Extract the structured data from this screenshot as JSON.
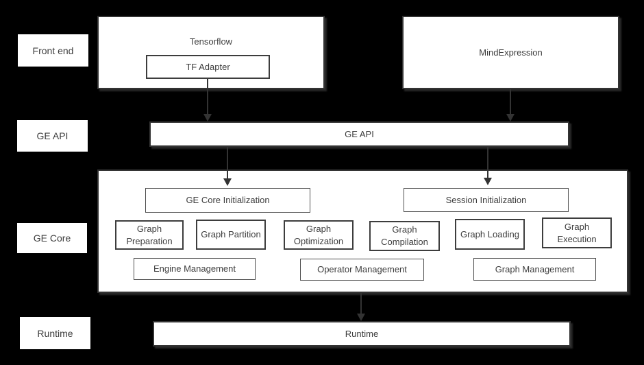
{
  "colors": {
    "background": "#000000",
    "box_fill": "#ffffff",
    "box_border": "#333333",
    "inner_box_border": "#3d3d3d",
    "text": "#3d3d3d",
    "arrow": "#333333"
  },
  "row_labels": [
    {
      "label": "Front end"
    },
    {
      "label": "GE API"
    },
    {
      "label": "GE Core"
    },
    {
      "label": "Runtime"
    }
  ],
  "frontend": {
    "tensorflow": {
      "title": "Tensorflow",
      "adapter_label": "TF Adapter"
    },
    "mindexpression": {
      "title": "MindExpression"
    }
  },
  "api_bar": {
    "label": "GE API"
  },
  "core": {
    "init_left": {
      "label": "GE Core Initialization"
    },
    "init_right": {
      "label": "Session Initialization"
    },
    "modules": [
      {
        "label": "Graph Preparation"
      },
      {
        "label": "Graph Partition"
      },
      {
        "label": "Graph Optimization"
      },
      {
        "label": "Graph Compilation"
      },
      {
        "label": "Graph Loading"
      },
      {
        "label": "Graph Execution"
      }
    ],
    "management": [
      {
        "label": "Engine Management"
      },
      {
        "label": "Operator Management"
      },
      {
        "label": "Graph Management"
      }
    ]
  },
  "runtime_bar": {
    "label": "Runtime"
  }
}
